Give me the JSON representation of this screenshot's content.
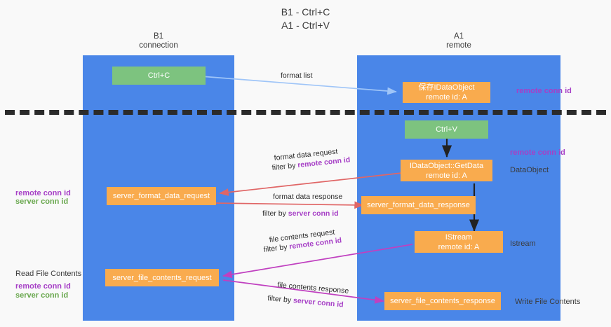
{
  "title": "B1 - Ctrl+C\nA1 - Ctrl+V",
  "columns": {
    "b1": {
      "heading": "B1\nconnection"
    },
    "a1": {
      "heading": "A1\nremote"
    }
  },
  "nodes": {
    "ctrl_c": "Ctrl+C",
    "ctrl_v": "Ctrl+V",
    "save_idataobject": "保存IDataObject\nremote id: A",
    "idataobject_getdata": "IDataObject::GetData\nremote id: A",
    "server_format_data_request": "server_format_data_request",
    "server_format_data_response": "server_format_data_response",
    "istream": "IStream\nremote id: A",
    "server_file_contents_request": "server_file_contents_request",
    "server_file_contents_response": "server_file_contents_response"
  },
  "edges": {
    "format_list": "format list",
    "format_data_request": "format data request",
    "format_data_request_filter_prefix": "filter by ",
    "format_data_request_filter_key": "remote conn id",
    "format_data_response": "format data response",
    "format_data_response_filter_prefix": "filter by ",
    "format_data_response_filter_key": "server conn id",
    "file_contents_request": "file contents request",
    "file_contents_request_filter_prefix": "filter by ",
    "file_contents_request_filter_key": "remote conn id",
    "file_contents_response": "file contents response",
    "file_contents_response_filter_prefix": "filter by ",
    "file_contents_response_filter_key": "server conn id"
  },
  "annotations": {
    "right_remote_conn_id_top": "remote conn id",
    "right_remote_conn_id_mid": "remote conn id",
    "right_dataobject": "DataObject",
    "right_istream": "Istream",
    "right_write_file_contents": "Write File Contents",
    "left_remote_conn_id": "remote conn id",
    "left_server_conn_id": "server conn id",
    "left_read_file_contents": "Read File Contents",
    "left_remote_conn_id_2": "remote conn id",
    "left_server_conn_id_2": "server conn id"
  },
  "colors": {
    "column": "#4a86e8",
    "node_orange": "#f9ab4e",
    "node_green": "#7dc37f",
    "accent_purple": "#a63fc6",
    "accent_green": "#6aa84f",
    "wire_blue": "#9fc5f8",
    "wire_red": "#e06666",
    "wire_magenta": "#c040c0",
    "wire_black": "#222222"
  }
}
